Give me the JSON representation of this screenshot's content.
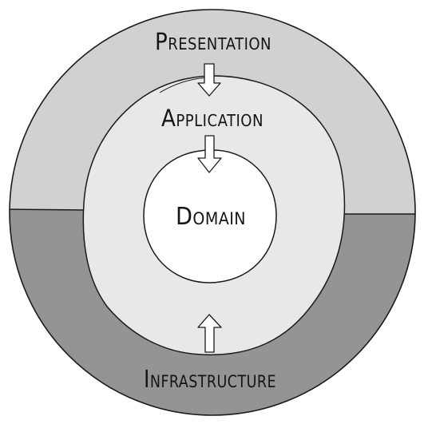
{
  "layers": {
    "presentation": {
      "label": "Presentation"
    },
    "application": {
      "label": "Application"
    },
    "domain": {
      "label": "Domain"
    },
    "infrastructure": {
      "label": "Infrastructure"
    }
  },
  "colors": {
    "presentation_fill": "#d1d1d2",
    "infrastructure_fill": "#949497",
    "application_fill": "#e8e8ea",
    "domain_fill": "#ffffff",
    "outline": "#1a1a1a",
    "arrow_fill": "#ffffff"
  },
  "icons": {
    "top_arrow": "arrow-down-icon",
    "middle_arrow": "arrow-down-icon",
    "bottom_arrow": "arrow-up-icon"
  }
}
